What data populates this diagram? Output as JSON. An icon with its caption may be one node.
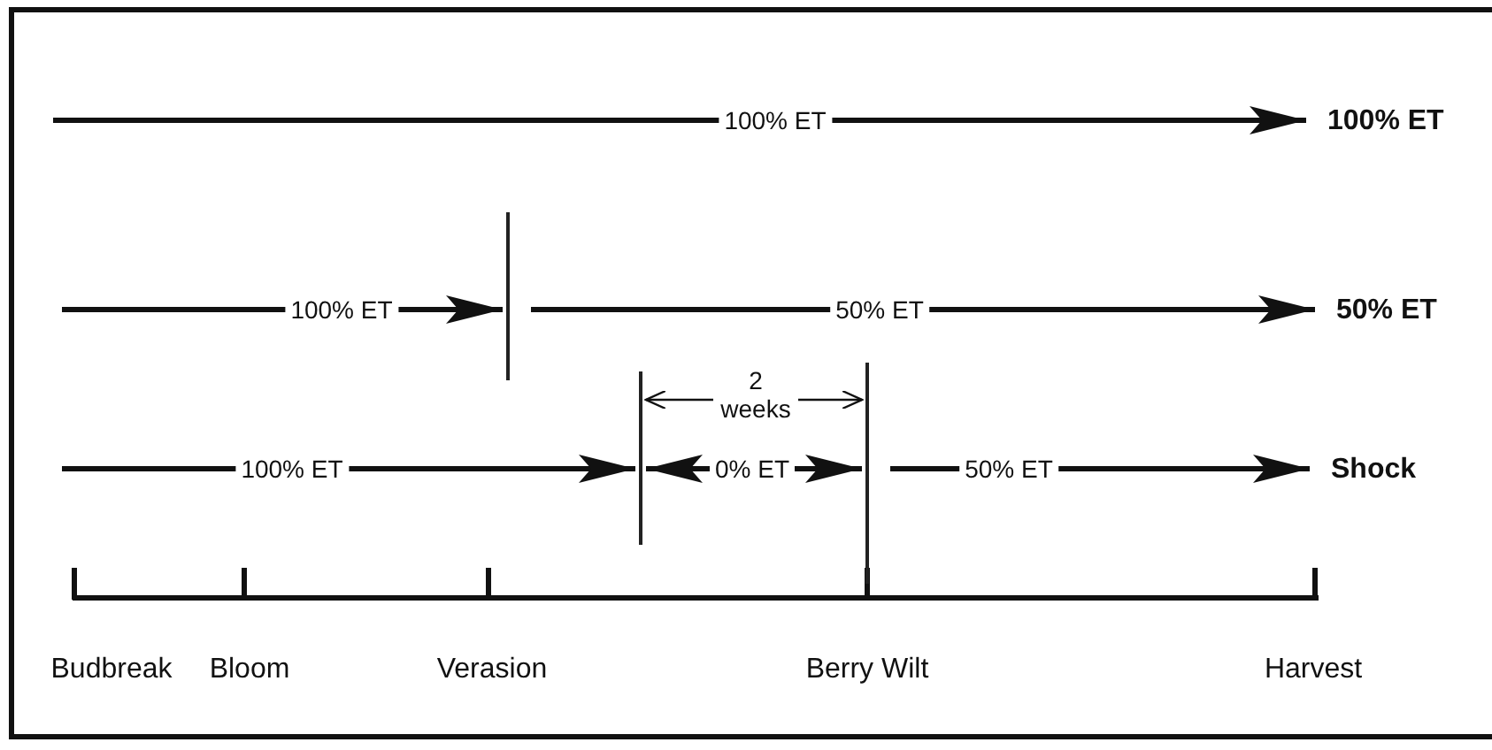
{
  "diagram": {
    "nodes": [
      {
        "text": [
          "100% ET"
        ]
      },
      {
        "text": [],
        "shape": "bar"
      },
      {
        "text": [
          "50% ET"
        ]
      },
      {
        "text": [],
        "shape": "bar"
      },
      {
        "text": [],
        "shape": "bar"
      },
      {
        "text": [
          "Shock"
        ]
      }
    ],
    "edges": [
      {
        "from": null,
        "to": 0,
        "arrow": "to",
        "label": "100% ET"
      },
      {
        "from": null,
        "to": 1,
        "arrow": "to",
        "label": "100% ET"
      },
      {
        "from": 1,
        "to": 2,
        "arrow": "to",
        "label": "50% ET"
      },
      {
        "from": null,
        "to": 3,
        "arrow": "to",
        "label": "100% ET"
      },
      {
        "from": 3,
        "to": 4,
        "arrow": "both",
        "label": "0% ET"
      },
      {
        "from": 4,
        "to": 5,
        "arrow": "to",
        "label": "50% ET"
      }
    ],
    "labels": [
      "2 weeks",
      "Budbreak",
      "Bloom",
      "Verasion",
      "Berry Wilt",
      "Harvest"
    ]
  }
}
